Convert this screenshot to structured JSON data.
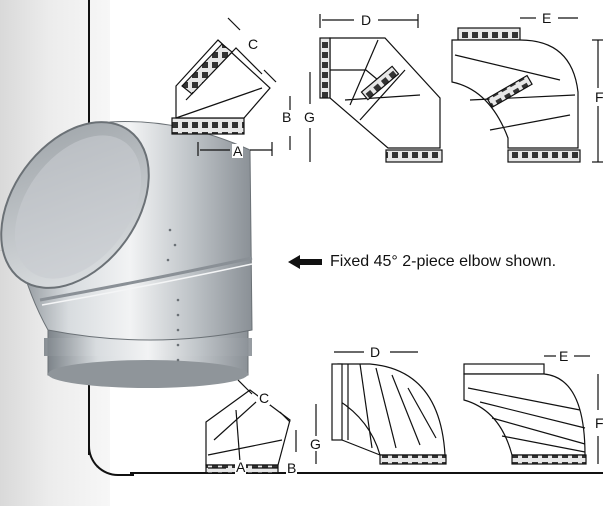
{
  "caption": "Fixed 45° 2-piece elbow shown.",
  "dimension_labels": {
    "top_45": {
      "c": "C",
      "b": "B",
      "a": "A"
    },
    "top_90_side": {
      "d": "D",
      "g": "G"
    },
    "top_90_front": {
      "e": "E",
      "f": "F"
    },
    "bottom_45": {
      "c": "C",
      "b": "B",
      "a": "A"
    },
    "bottom_90_side": {
      "d": "D",
      "g": "G"
    },
    "bottom_90_front": {
      "e": "E",
      "f": "F"
    }
  },
  "colors": {
    "line": "#111111",
    "steel_light": "#e6e8ea",
    "steel_mid": "#b9bec3",
    "steel_dark": "#7d848a"
  }
}
